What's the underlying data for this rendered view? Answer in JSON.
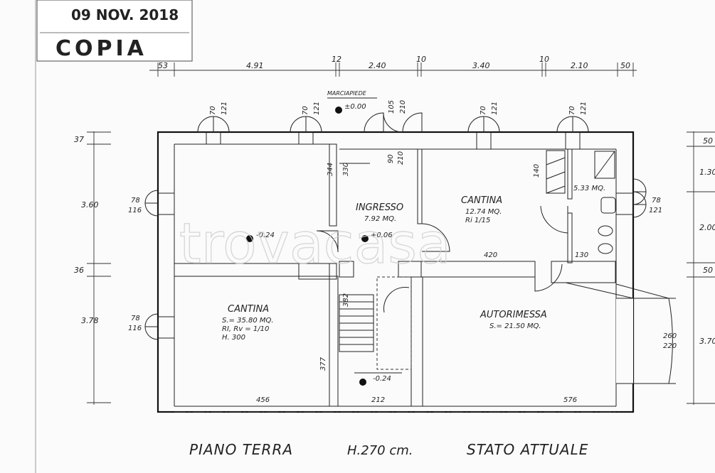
{
  "stamp": {
    "date": "09 NOV. 2018",
    "copy": "COPIA"
  },
  "watermark": "trovacasa",
  "top_dims": [
    "53",
    "4.91",
    "12",
    "2.40",
    "10",
    "3.40",
    "10",
    "2.10",
    "50"
  ],
  "left_dims": [
    "37",
    "3.60",
    "36",
    "3.78"
  ],
  "right_dims": [
    "50",
    "1.30",
    "2.00",
    "50",
    "3.70"
  ],
  "level_labels": {
    "marciapiede": "MARCIAPIEDE",
    "sidewalk_level": "±0.00",
    "cantina_left_level": "-0.24",
    "ingresso_level": "+0.06",
    "stair_level": "-0.24"
  },
  "window_labels": [
    {
      "w": "70",
      "h": "121"
    },
    {
      "w": "70",
      "h": "121"
    },
    {
      "w": "105",
      "h": "210"
    },
    {
      "w": "70",
      "h": "121"
    },
    {
      "w": "70",
      "h": "121"
    }
  ],
  "side_window_labels": [
    {
      "w": "78",
      "h": "116"
    },
    {
      "w": "78",
      "h": "116"
    },
    {
      "w": "78",
      "h": "121"
    }
  ],
  "door_labels": {
    "d1": "90",
    "d2": "210",
    "garage_w": "260",
    "garage_h": "220"
  },
  "rooms": {
    "ingresso": {
      "name": "INGRESSO",
      "area": "7.92 MQ."
    },
    "cantina_right": {
      "name": "CANTINA",
      "area": "12.74 MQ.",
      "ri": "Ri 1/15"
    },
    "bagno": {
      "area": "5.33 MQ."
    },
    "cantina_left": {
      "name": "CANTINA",
      "area": "S.= 35.80 MQ.",
      "ri": "RI, Rv = 1/10",
      "h": "H. 300"
    },
    "autorimessa": {
      "name": "AUTORIMESSA",
      "area": "S.= 21.50 MQ."
    }
  },
  "inner_dims": {
    "d344": "344",
    "d330": "330",
    "d140": "140",
    "d420": "420",
    "d130": "130",
    "d382": "382",
    "d377": "377",
    "d456": "456",
    "d212": "212",
    "d576": "576"
  },
  "footer": {
    "floor": "PIANO TERRA",
    "height": "H.270 cm.",
    "state": "STATO ATTUALE"
  }
}
